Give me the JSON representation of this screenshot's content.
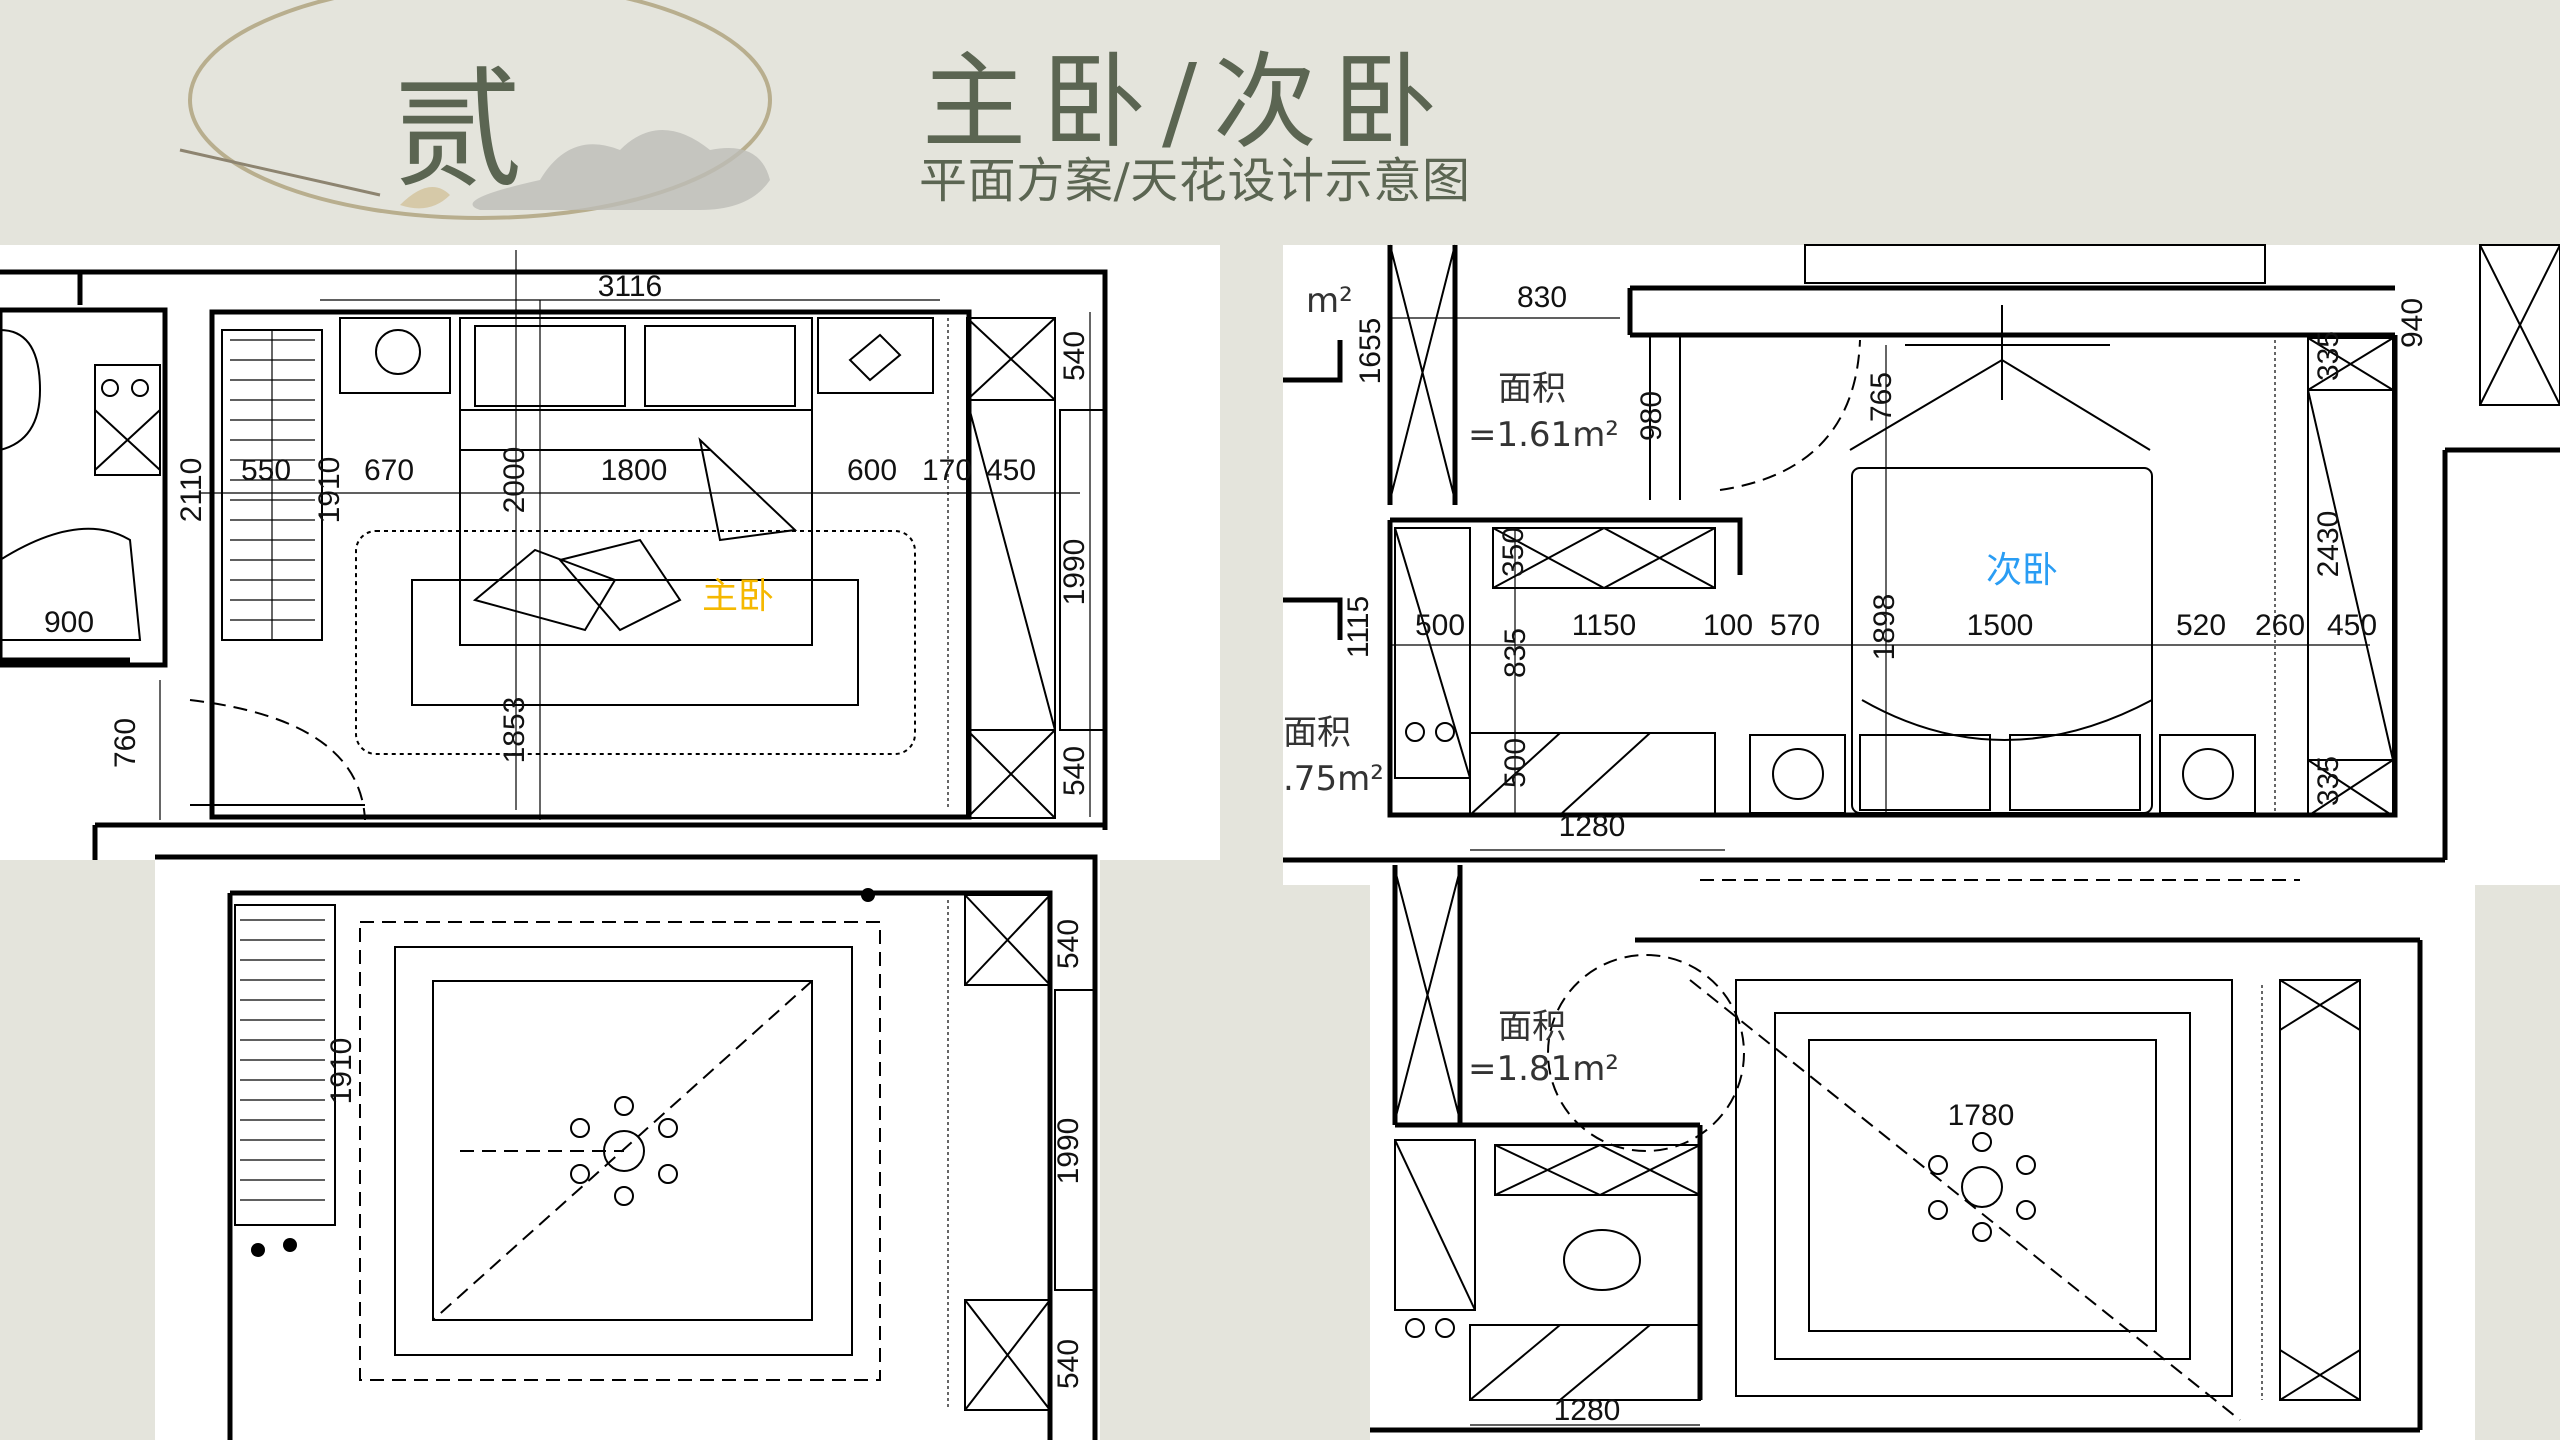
{
  "header": {
    "section_numeral": "贰",
    "title": "主卧/次卧",
    "subtitle": "平面方案/天花设计示意图"
  },
  "colors": {
    "background": "#e4e4dc",
    "title": "#5b6552",
    "master_label": "#f5b800",
    "second_label": "#2a9df4"
  },
  "master_plan": {
    "room_label": "主卧",
    "dims": {
      "width_total": "3116",
      "d550": "550",
      "d1910": "1910",
      "d670": "670",
      "d2000": "2000",
      "d1800": "1800",
      "d600": "600",
      "d170": "170",
      "d450": "450",
      "d540_top": "540",
      "d1990": "1990",
      "d540_bottom": "540",
      "d2110": "2110",
      "d900": "900",
      "d760": "760",
      "d1853": "1853"
    }
  },
  "second_plan": {
    "room_label": "次卧",
    "area_label": "面积",
    "area_value": "=1.61m²",
    "area_label_2": "面积",
    "area_value_2": ".75m²",
    "partial_unit": "m²",
    "dims": {
      "d830": "830",
      "d1655": "1655",
      "d980": "980",
      "d765": "765",
      "d940": "940",
      "d335_top": "335",
      "d350": "350",
      "d2430": "2430",
      "d1115": "1115",
      "d500": "500",
      "d835": "835",
      "d1150": "1150",
      "d100": "100",
      "d570": "570",
      "d1898": "1898",
      "d1500": "1500",
      "d520": "520",
      "d260": "260",
      "d450": "450",
      "d500_v": "500",
      "d335_bottom": "335",
      "d1280": "1280"
    }
  },
  "master_ceiling": {
    "dims": {
      "d540_top": "540",
      "d1910": "1910",
      "d1990": "1990",
      "d540_bottom": "540"
    }
  },
  "second_ceiling": {
    "area_label": "面积",
    "area_value": "=1.81m²",
    "dims": {
      "d1780": "1780",
      "d1280": "1280"
    }
  }
}
